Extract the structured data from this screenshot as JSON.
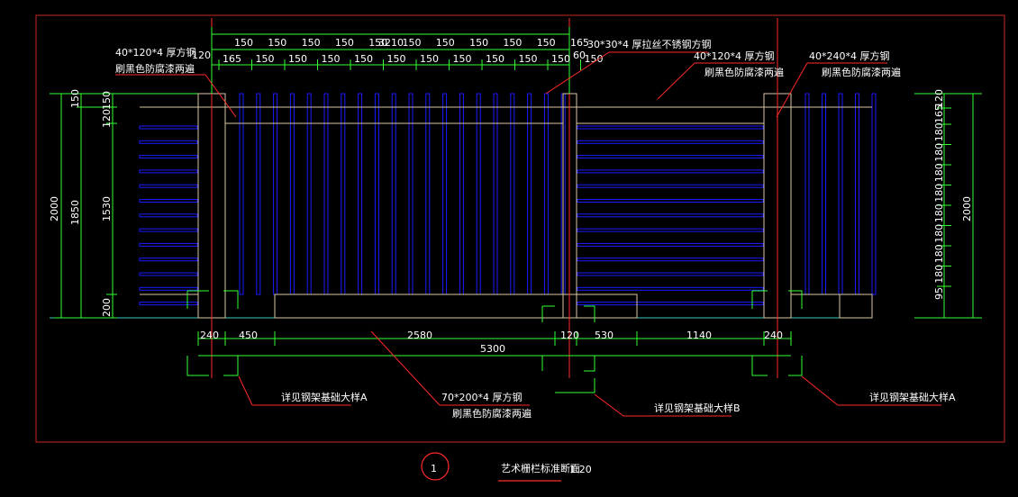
{
  "colors": {
    "background": "#000000",
    "frame": "#cc2a2a",
    "outline": "#d8c8a0",
    "bars": "#1a1aff",
    "dimension": "#33ff33",
    "leader": "#ff2a2a",
    "ground": "#33ccbb",
    "text": "#ffffff"
  },
  "top_dims": {
    "total": "3210",
    "row1": [
      "150",
      "150",
      "150",
      "150",
      "150",
      "150",
      "150",
      "150",
      "150",
      "150",
      "165"
    ],
    "row2": [
      "165",
      "150",
      "150",
      "150",
      "150",
      "150",
      "150",
      "150",
      "150",
      "150",
      "150",
      "150"
    ],
    "left_120": "120",
    "right_60": "60"
  },
  "left_dims": {
    "d2000": "2000",
    "d1850": "1850",
    "d150a": "150",
    "d150b": "150",
    "d120": "120",
    "d1530": "1530",
    "d200": "200"
  },
  "right_dims": {
    "d2000": "2000",
    "segments": [
      "120",
      "165",
      "180",
      "180",
      "180",
      "180",
      "180",
      "180",
      "180",
      "180",
      "95"
    ]
  },
  "bottom_dims": {
    "segments": [
      "240",
      "450",
      "2580",
      "120",
      "530",
      "1140",
      "240"
    ],
    "total": "5300"
  },
  "annotations": {
    "a1_line1": "40*120*4 厚方钢",
    "a1_line2": "刷黑色防腐漆两遍",
    "a2_line1": "30*30*4 厚拉丝不锈钢方钢",
    "a3_line1": "40*120*4 厚方钢",
    "a3_line2": "刷黑色防腐漆两遍",
    "a4_line1": "40*240*4 厚方钢",
    "a4_line2": "刷黑色防腐漆两遍",
    "b1": "详见钢架基础大样A",
    "b2_line1": "70*200*4 厚方钢",
    "b2_line2": "刷黑色防腐漆两遍",
    "b3": "详见钢架基础大样B",
    "b4": "详见钢架基础大样A"
  },
  "title": {
    "number": "1",
    "text": "艺术栅栏标准断面",
    "scale": "1:20"
  }
}
